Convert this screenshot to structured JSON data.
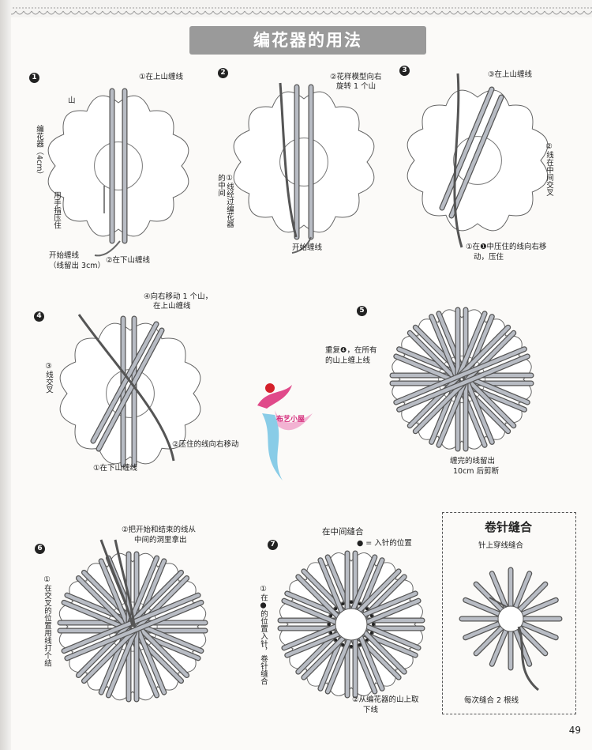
{
  "header": {
    "title": "编花器的用法"
  },
  "steps": {
    "s1": {
      "num": "1",
      "top_label": "①在上山缠线",
      "mountain": "山",
      "device": "编花器（4cm）",
      "hand": "用手指压住",
      "start": "开始缠线",
      "start_note": "（线留出 3cm）",
      "bottom": "②在下山缠线"
    },
    "s2": {
      "num": "2",
      "rotate": "②花样模型向右",
      "rotate2": "旋转 1 个山",
      "through": "①线经过编花器的中间",
      "start": "开始缠线"
    },
    "s3": {
      "num": "3",
      "top": "③在上山缠线",
      "cross": "②线在中间交叉",
      "press": "①在❶中压住的线向右移",
      "press2": "动，压住"
    },
    "s4": {
      "num": "4",
      "move": "④向右移动 1 个山，",
      "move2": "在上山缠线",
      "cross": "③线交叉",
      "press": "②压住的线向右移动",
      "bottom": "①在下山缠线"
    },
    "s5": {
      "num": "5",
      "repeat": "重复❹，在所有",
      "repeat2": "的山上缠上线",
      "end": "缠完的线留出",
      "end2": "10cm 后剪断"
    },
    "s6": {
      "num": "6",
      "pull": "②把开始和结束的线从",
      "pull2": "中间的洞里拿出",
      "knot": "①在交叉的位置用线打个结"
    },
    "s7": {
      "num": "7",
      "center": "在中间缝合",
      "legend": "● = 入针的位置",
      "stitch": "①在●的位置入针，卷针缝合",
      "remove": "②从编花器的山上取",
      "remove2": "下线"
    }
  },
  "box": {
    "title": "卷针缝合",
    "sub": "针上穿线缝合",
    "note": "每次缝合 2 根线"
  },
  "page": {
    "number": "49"
  },
  "logo": {
    "text": "布艺小屋"
  }
}
